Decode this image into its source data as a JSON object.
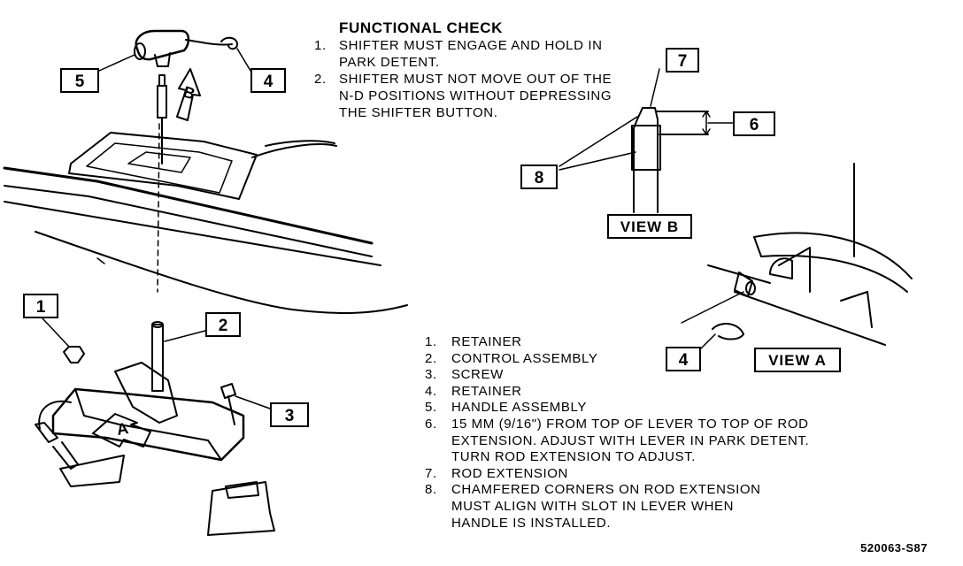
{
  "functional_check": {
    "title": "FUNCTIONAL CHECK",
    "items": [
      {
        "num": "1.",
        "lines": [
          "SHIFTER MUST ENGAGE AND HOLD IN",
          "PARK DETENT."
        ]
      },
      {
        "num": "2.",
        "lines": [
          "SHIFTER MUST NOT MOVE OUT OF THE",
          "N-D POSITIONS WITHOUT DEPRESSING",
          "THE SHIFTER BUTTON."
        ]
      }
    ]
  },
  "callouts": {
    "c1": "1",
    "c2": "2",
    "c3": "3",
    "c4": "4",
    "c4b": "4",
    "c5": "5",
    "c6": "6",
    "c7": "7",
    "c8": "8"
  },
  "arrows": {
    "a": "A",
    "b": "B"
  },
  "views": {
    "view_a": "VIEW  A",
    "view_b": "VIEW  B"
  },
  "legend": [
    {
      "num": "1.",
      "lines": [
        "RETAINER"
      ]
    },
    {
      "num": "2.",
      "lines": [
        "CONTROL ASSEMBLY"
      ]
    },
    {
      "num": "3.",
      "lines": [
        "SCREW"
      ]
    },
    {
      "num": "4.",
      "lines": [
        "RETAINER"
      ]
    },
    {
      "num": "5.",
      "lines": [
        "HANDLE ASSEMBLY"
      ]
    },
    {
      "num": "6.",
      "lines": [
        "15 MM (9/16\") FROM TOP OF LEVER TO TOP OF ROD",
        "EXTENSION. ADJUST WITH LEVER IN PARK DETENT.",
        "TURN ROD EXTENSION TO ADJUST."
      ]
    },
    {
      "num": "7.",
      "lines": [
        "ROD EXTENSION"
      ]
    },
    {
      "num": "8.",
      "lines": [
        "CHAMFERED CORNERS ON ROD EXTENSION",
        "MUST ALIGN WITH SLOT IN LEVER WHEN",
        "HANDLE IS INSTALLED."
      ]
    }
  ],
  "figure_id": "520063-S87"
}
